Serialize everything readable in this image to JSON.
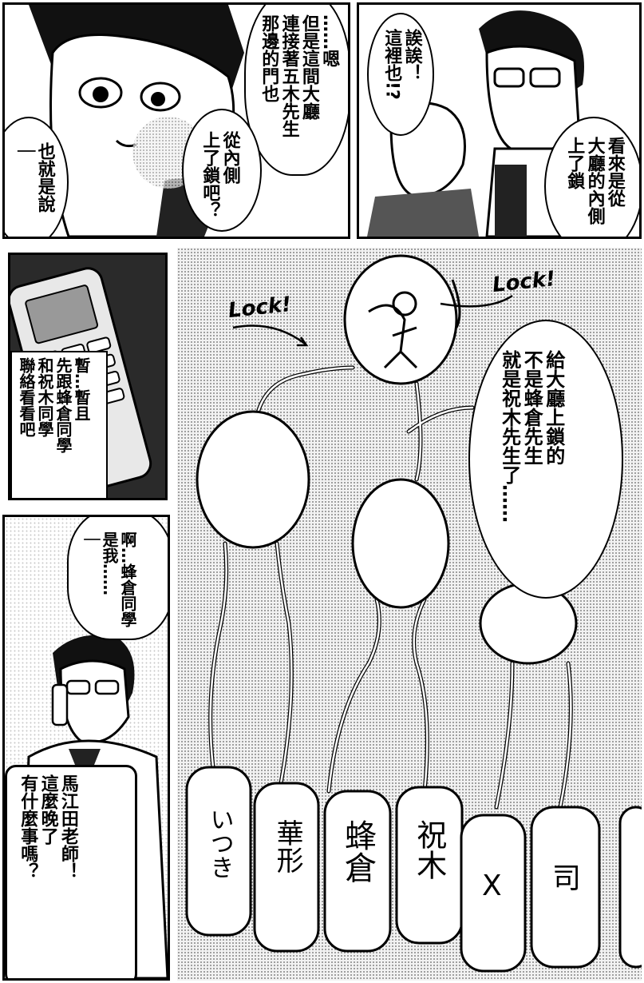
{
  "panels": {
    "p1": {
      "bubble_a": "……嗯\n但是這間大廳\n連接著五木先生\n那邊的門也",
      "bubble_b": "從內側\n上了鎖吧？",
      "bubble_c": "也就是說\n｜"
    },
    "p2": {
      "bubble_a": "誒誒！\n這裡也!?",
      "bubble_b": "看來是從\n大廳的內側\n上了鎖"
    },
    "p3": {
      "caption": "暫…暫且\n先跟蜂倉同學\n和祝木同學\n聯絡看看吧"
    },
    "p4": {
      "bubble_a": "啊…蜂倉同學\n是我……\n｜",
      "bubble_b": "馬江田老師！\n這麼晚了\n有什麼事嗎？"
    },
    "diagram": {
      "sfx_left": "Lock!",
      "sfx_right": "Lock!",
      "bubble": "給大廳上鎖的\n不是蜂倉先生\n就是祝木先生了……",
      "rooms": [
        "いつき",
        "華形",
        "蜂倉",
        "祝木",
        "X",
        "司"
      ]
    }
  }
}
